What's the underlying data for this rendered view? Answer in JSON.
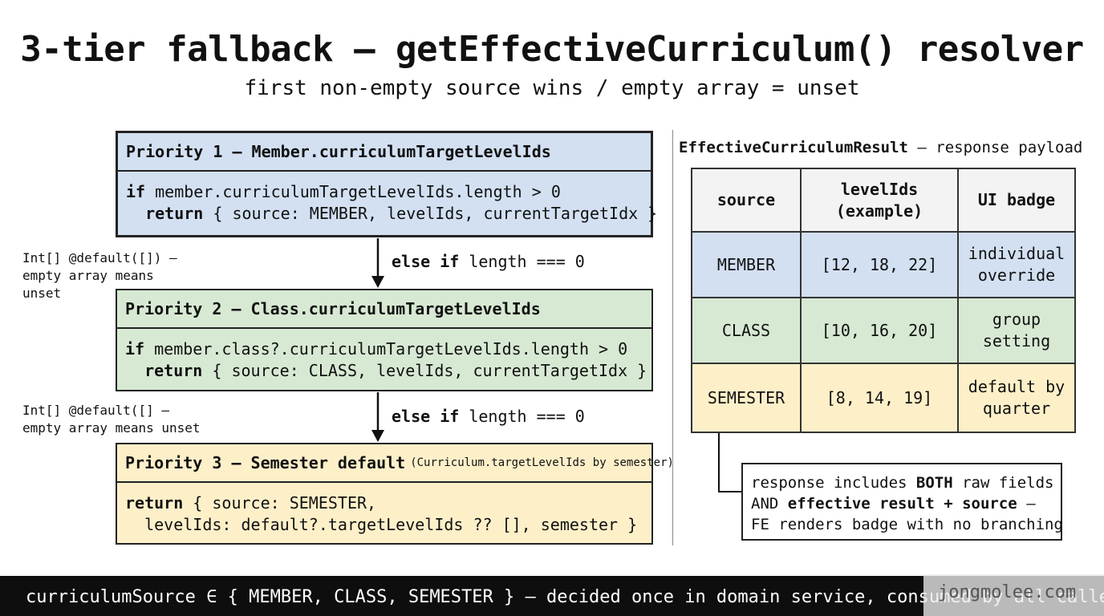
{
  "header": {
    "title": "3-tier fallback — getEffectiveCurriculum() resolver",
    "subtitle": "first non-empty source wins / empty array = unset"
  },
  "priorities": [
    {
      "head": "Priority 1 — Member.curriculumTargetLevelIds",
      "head_note": "",
      "kw1": "if",
      "line1": " member.curriculumTargetLevelIds.length > 0",
      "kw2": "  return",
      "line2": " { source: MEMBER, levelIds, currentTargetIdx }"
    },
    {
      "head": "Priority 2 — Class.curriculumTargetLevelIds",
      "head_note": "",
      "kw1": "if",
      "line1": " member.class?.curriculumTargetLevelIds.length > 0",
      "kw2": "  return",
      "line2": " { source: CLASS, levelIds, currentTargetIdx }"
    },
    {
      "head": "Priority 3 — Semester default",
      "head_note": "(Curriculum.targetLevelIds by semester)",
      "kw1": "return",
      "line1": " { source: SEMESTER,",
      "kw2": "",
      "line2": "  levelIds: default?.targetLevelIds ?? [], semester }"
    }
  ],
  "arrows": [
    {
      "kw": "else if",
      "text": " length === 0"
    },
    {
      "kw": "else if",
      "text": " length === 0"
    }
  ],
  "side_notes": [
    "Int[] @default([]) —\nempty array means\nunset",
    "Int[] @default([] —\nempty array means unset"
  ],
  "result": {
    "title_bold": "EffectiveCurriculumResult",
    "title_rest": " — response payload",
    "headers": [
      "source",
      "levelIds\n(example)",
      "UI badge"
    ],
    "rows": [
      {
        "source": "MEMBER",
        "levelIds": "[12, 18, 22]",
        "badge": "individual\noverride"
      },
      {
        "source": "CLASS",
        "levelIds": "[10, 16, 20]",
        "badge": "group\nsetting"
      },
      {
        "source": "SEMESTER",
        "levelIds": "[8, 14, 19]",
        "badge": "default by\nquarter"
      }
    ]
  },
  "callout": {
    "p1": "response includes ",
    "b1": "BOTH",
    "p2": " raw fields\nAND ",
    "b2": "effective result + source",
    "p3": " —\nFE renders badge with no branching"
  },
  "footer": {
    "text": "curriculumSource ∈ { MEMBER, CLASS, SEMESTER } — decided once in domain service, consumed by all callers",
    "watermark": "jongmolee.com"
  },
  "colors": {
    "member": "#d2e0f2",
    "class": "#d7e9d3",
    "semester": "#fdf0c9"
  }
}
